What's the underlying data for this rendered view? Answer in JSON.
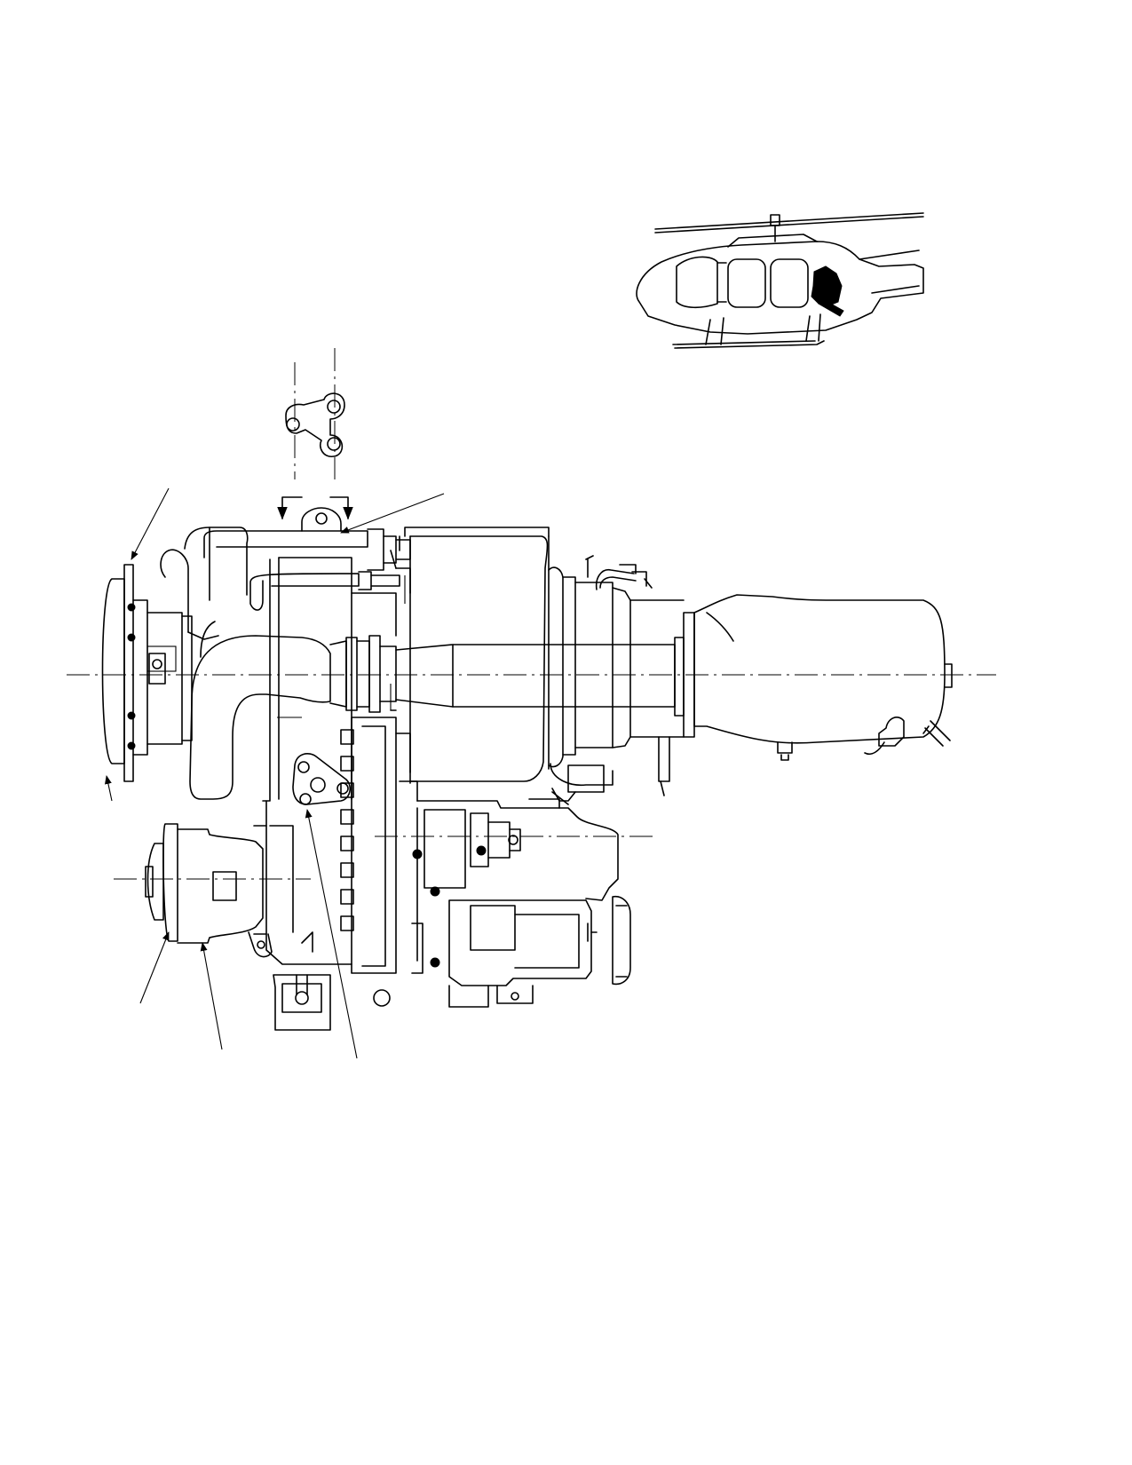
{
  "figure": {
    "image_kind": "technical line drawing",
    "locator_view": {
      "icon": "helicopter-icon",
      "highlight_color": "#000000"
    },
    "callouts": [
      {
        "id": "leader-1"
      },
      {
        "id": "leader-2"
      },
      {
        "id": "leader-3"
      },
      {
        "id": "leader-4"
      },
      {
        "id": "leader-5"
      },
      {
        "id": "leader-6"
      }
    ],
    "colors": {
      "ink": "#000000",
      "paper": "#ffffff"
    }
  }
}
